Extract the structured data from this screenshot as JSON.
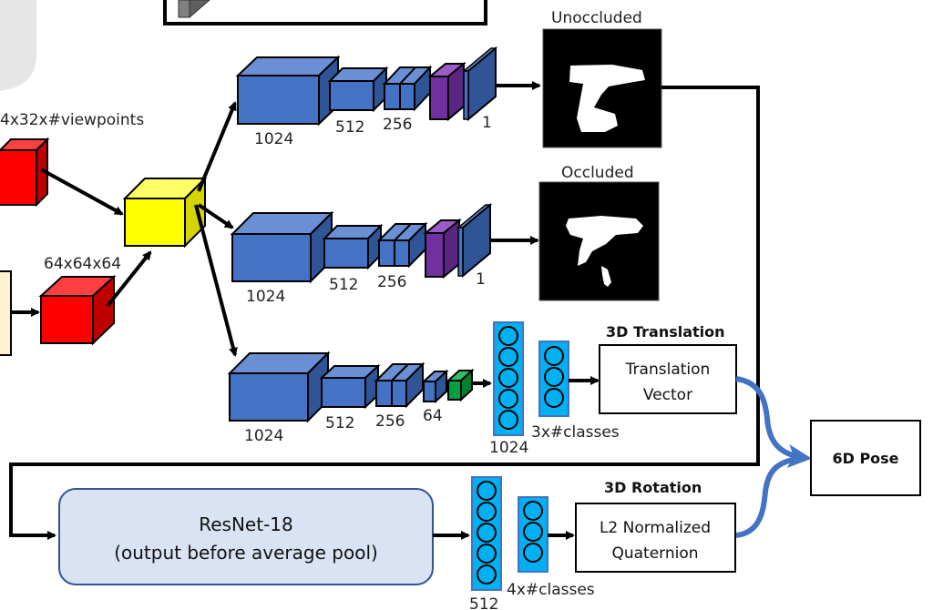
{
  "diagram": {
    "inputs": {
      "viewpoint_volume_label": "4x32x#viewpoints",
      "voxel_volume_label": "64x64x64"
    },
    "branches": {
      "unoccluded": {
        "layer_labels": [
          "1024",
          "512",
          "256",
          "1"
        ],
        "output_label": "Unoccluded"
      },
      "occluded": {
        "layer_labels": [
          "1024",
          "512",
          "256",
          "1"
        ],
        "output_label": "Occluded"
      },
      "translation": {
        "layer_labels": [
          "1024",
          "512",
          "256",
          "64"
        ],
        "fc_labels": [
          "1024",
          "3x#classes"
        ],
        "heading": "3D Translation",
        "box_line1": "Translation",
        "box_line2": "Vector"
      }
    },
    "rotation": {
      "backbone_line1": "ResNet-18",
      "backbone_line2": "(output before average pool)",
      "fc_labels": [
        "512",
        "4x#classes"
      ],
      "heading": "3D Rotation",
      "box_line1": "L2 Normalized",
      "box_line2": "Quaternion"
    },
    "output": {
      "label": "6D Pose"
    },
    "colors": {
      "conv_blue": "#4472c4",
      "conv_blue_top": "#6a8fd4",
      "conv_blue_side": "#2f5597",
      "purple": "#7030a0",
      "green": "#00a040",
      "yellow": "#ffff00",
      "red": "#ff0000",
      "fc_cyan": "#00b0f0",
      "curve_blue": "#4472c4",
      "resnet_fill": "#dae3f3",
      "input_fill": "#fff2cc"
    }
  }
}
